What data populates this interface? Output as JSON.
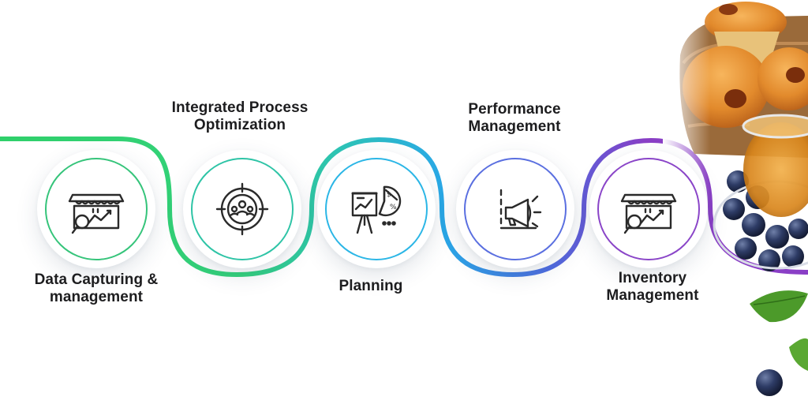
{
  "steps": [
    {
      "id": "data-capturing",
      "line1": "Data Capturing &",
      "line2": "management",
      "ring_color": "#35c47a",
      "icon": "market-analytics-icon"
    },
    {
      "id": "integrated-process",
      "line1": "Integrated Process",
      "line2": "Optimization",
      "ring_color": "#2ec4a6",
      "icon": "team-target-icon"
    },
    {
      "id": "planning",
      "line1": "Planning",
      "line2": "",
      "ring_color": "#2bb6e6",
      "icon": "presentation-chart-icon"
    },
    {
      "id": "performance",
      "line1": "Performance",
      "line2": "Management",
      "ring_color": "#5a6fe0",
      "icon": "megaphone-icon"
    },
    {
      "id": "inventory",
      "line1": "Inventory",
      "line2": "Management",
      "ring_color": "#8a45c8",
      "icon": "market-analytics-icon"
    }
  ],
  "colors": {
    "green": "#2fd06a",
    "teal": "#2ec4b6",
    "blue": "#2aa8e8",
    "indigo": "#4f6ce0",
    "purple": "#8a3fc6",
    "text": "#1d1d1f",
    "icon_stroke": "#2a2a2a"
  },
  "decoration": {
    "image": "muffins-tea-blueberries-photo"
  }
}
